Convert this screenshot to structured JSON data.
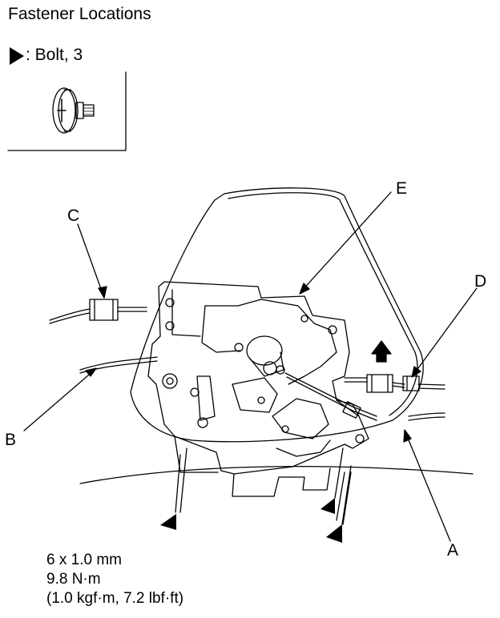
{
  "title": "Fastener Locations",
  "legend": {
    "text": ": Bolt, 3",
    "marker": "triangle-marker"
  },
  "callouts": {
    "a": "A",
    "b": "B",
    "c": "C",
    "d": "D",
    "e": "E"
  },
  "spec": {
    "line1": "6 x 1.0 mm",
    "line2": "9.8 N·m",
    "line3": "(1.0 kgf·m, 7.2 lbf·ft)"
  }
}
